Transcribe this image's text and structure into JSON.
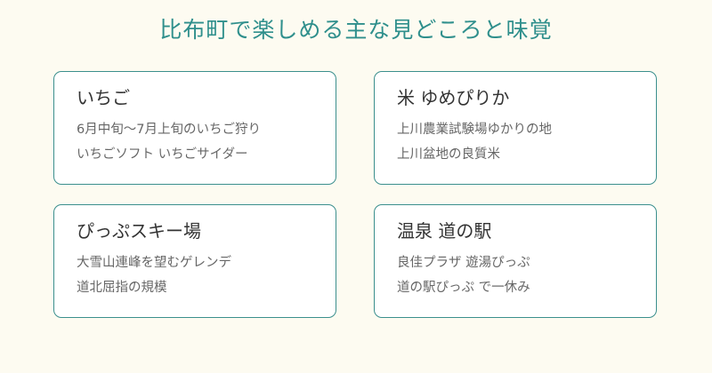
{
  "title": "比布町で楽しめる主な見どころと味覚",
  "cards": [
    {
      "title": "いちご",
      "lines": [
        "6月中旬〜7月上旬のいちご狩り",
        "いちごソフト いちごサイダー"
      ]
    },
    {
      "title": "米 ゆめぴりか",
      "lines": [
        "上川農業試験場ゆかりの地",
        "上川盆地の良質米"
      ]
    },
    {
      "title": "ぴっぷスキー場",
      "lines": [
        "大雪山連峰を望むゲレンデ",
        "道北屈指の規模"
      ]
    },
    {
      "title": "温泉 道の駅",
      "lines": [
        "良佳プラザ 遊湯ぴっぷ",
        "道の駅ぴっぷ で一休み"
      ]
    }
  ],
  "colors": {
    "background": "#fdfbf1",
    "accent": "#2f8f8c",
    "border": "#3b8f8d"
  }
}
